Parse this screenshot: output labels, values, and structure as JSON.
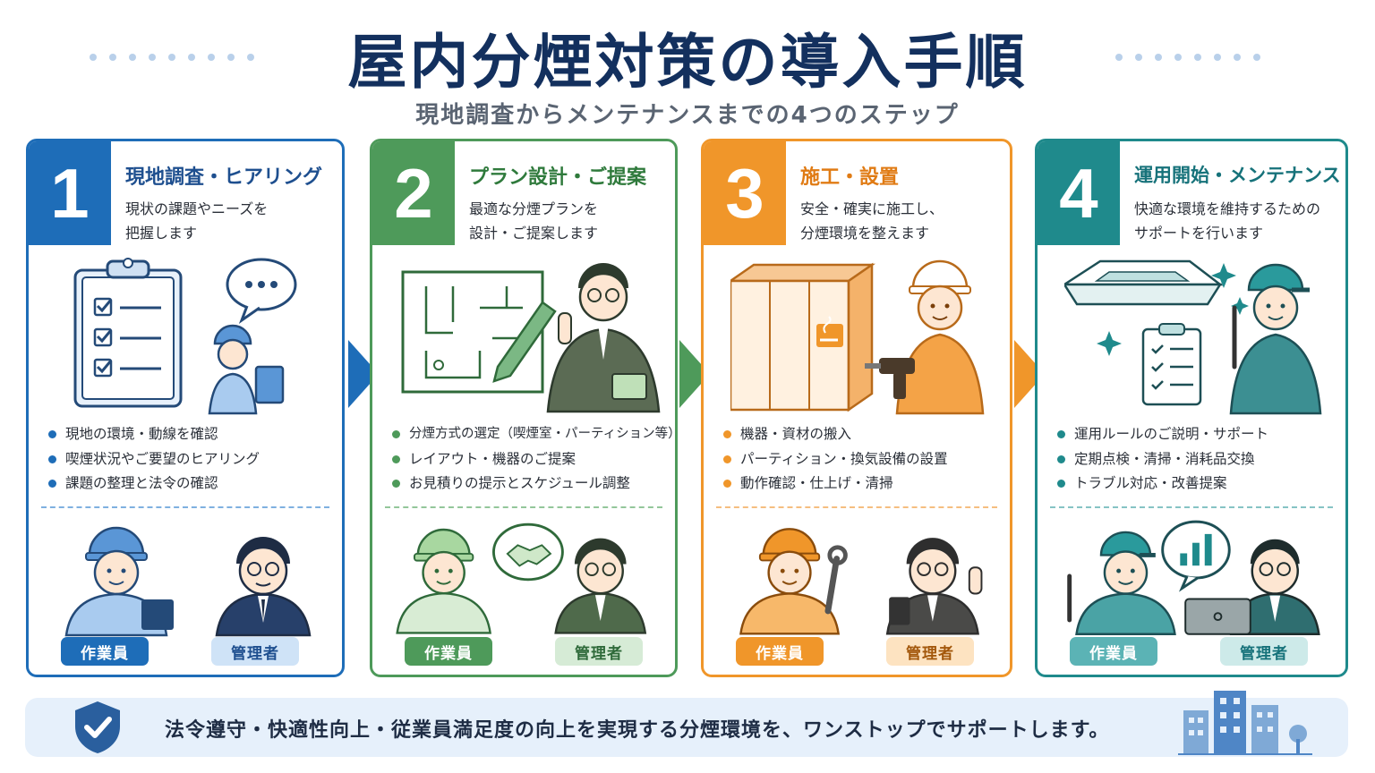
{
  "header": {
    "title": "屋内分煙対策の導入手順",
    "subtitle": "現地調査からメンテナンスまでの4つのステップ"
  },
  "steps": [
    {
      "number": "1",
      "title": "現地調査・ヒアリング",
      "desc": [
        "現状の課題やニーズを",
        "把握します"
      ],
      "bullets": [
        "現地の環境・動線を確認",
        "喫煙状況やご要望のヒアリング",
        "課題の整理と法令の確認"
      ],
      "badges": [
        "作業員",
        "管理者"
      ],
      "color": "#1e6db8",
      "light": "#cfe3f7"
    },
    {
      "number": "2",
      "title": "プラン設計・ご提案",
      "desc": [
        "最適な分煙プランを",
        "設計・ご提案します"
      ],
      "bullets": [
        "分煙方式の選定（喫煙室・パーティション等）",
        "レイアウト・機器のご提案",
        "お見積りの提示とスケジュール調整"
      ],
      "badges": [
        "作業員",
        "管理者"
      ],
      "color": "#4e9a5a",
      "light": "#d6ebd6"
    },
    {
      "number": "3",
      "title": "施工・設置",
      "desc": [
        "安全・確実に施工し、",
        "分煙環境を整えます"
      ],
      "bullets": [
        "機器・資材の搬入",
        "パーティション・換気設備の設置",
        "動作確認・仕上げ・清掃"
      ],
      "badges": [
        "作業員",
        "管理者"
      ],
      "color": "#f0962a",
      "light": "#fde3c1"
    },
    {
      "number": "4",
      "title": "運用開始・メンテナンス",
      "desc": [
        "快適な環境を維持するための",
        "サポートを行います"
      ],
      "bullets": [
        "運用ルールのご説明・サポート",
        "定期点検・清掃・消耗品交換",
        "トラブル対応・改善提案"
      ],
      "badges": [
        "作業員",
        "管理者"
      ],
      "color": "#1f8a8c",
      "light": "#cdeae9"
    }
  ],
  "footer": {
    "text": "法令遵守・快適性向上・従業員満足度の向上を実現する分煙環境を、ワンストップでサポートします。"
  },
  "icons": [
    "clipboard-checklist-icon",
    "speech-bubble-icon",
    "floor-plan-icon",
    "pencil-icon",
    "smoking-booth-icon",
    "drill-icon",
    "ceiling-ac-unit-icon",
    "handshake-icon",
    "bar-chart-bubble-icon",
    "shield-check-icon",
    "city-buildings-icon"
  ]
}
